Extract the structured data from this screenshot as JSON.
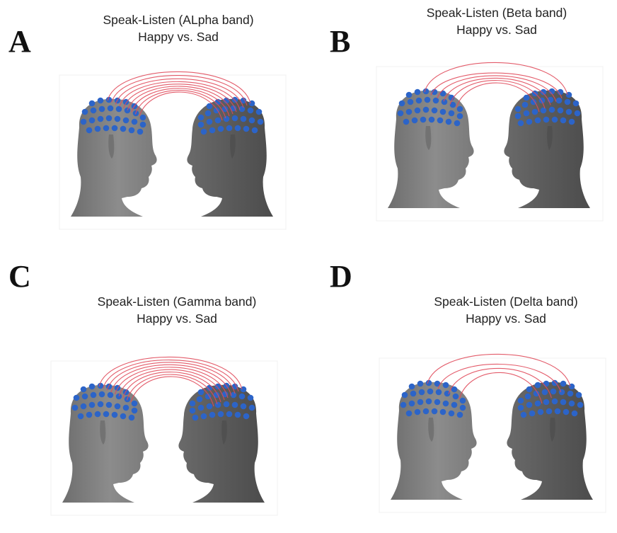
{
  "figure": {
    "panels": [
      {
        "letter": "A",
        "title_line1": "Speak-Listen (ALpha band)",
        "title_line2": "Happy vs. Sad",
        "connections": 9,
        "arc_heights": [
          0.95,
          0.82,
          0.7,
          0.6,
          0.52,
          0.45,
          0.38,
          0.32,
          0.27
        ]
      },
      {
        "letter": "B",
        "title_line1": "Speak-Listen (Beta band)",
        "title_line2": "Happy vs. Sad",
        "connections": 6,
        "arc_heights": [
          0.98,
          0.58,
          0.5,
          0.43,
          0.37,
          0.3
        ]
      },
      {
        "letter": "C",
        "title_line1": "Speak-Listen (Gamma band)",
        "title_line2": "Happy vs. Sad",
        "connections": 9,
        "arc_heights": [
          0.98,
          0.88,
          0.8,
          0.72,
          0.64,
          0.56,
          0.48,
          0.4,
          0.33
        ]
      },
      {
        "letter": "D",
        "title_line1": "Speak-Listen (Delta band)",
        "title_line2": "Happy vs. Sad",
        "connections": 4,
        "arc_heights": [
          0.98,
          0.62,
          0.5,
          0.38
        ]
      }
    ],
    "colors": {
      "head_light": "#8a8a8a",
      "head_dark": "#5f5f5f",
      "electrode": "#2c64c8",
      "connection": "#e04a5a"
    }
  }
}
